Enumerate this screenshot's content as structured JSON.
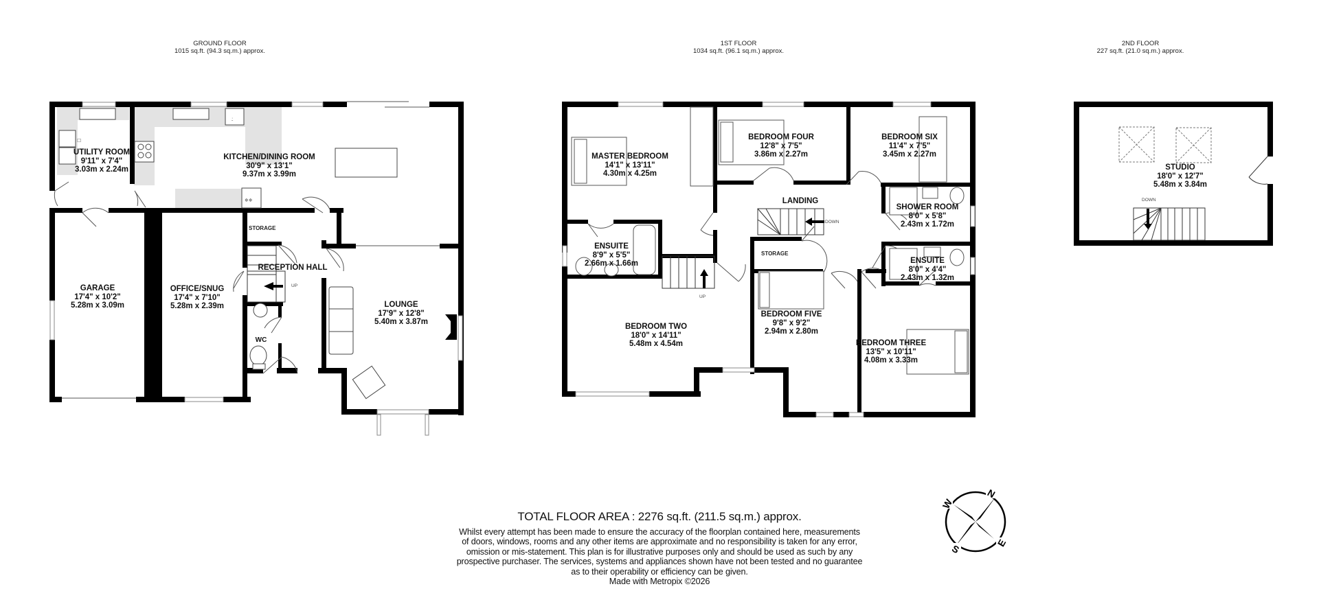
{
  "floors": {
    "ground": {
      "title": "GROUND FLOOR",
      "area": "1015 sq.ft. (94.3 sq.m.) approx.",
      "rooms": {
        "utility": {
          "name": "UTILITY ROOM",
          "imperial": "9'11\"  x 7'4\"",
          "metric": "3.03m  x 2.24m"
        },
        "kitchen": {
          "name": "KITCHEN/DINING ROOM",
          "imperial": "30'9\"  x 13'1\"",
          "metric": "9.37m  x 3.99m"
        },
        "garage": {
          "name": "GARAGE",
          "imperial": "17'4\"  x 10'2\"",
          "metric": "5.28m  x 3.09m"
        },
        "office": {
          "name": "OFFICE/SNUG",
          "imperial": "17'4\"  x 7'10\"",
          "metric": "5.28m  x 2.39m"
        },
        "lounge": {
          "name": "LOUNGE",
          "imperial": "17'9\"  x 12'8\"",
          "metric": "5.40m  x 3.87m"
        },
        "reception": {
          "name": "RECEPTION HALL"
        },
        "storage": {
          "name": "STORAGE"
        },
        "wc": {
          "name": "WC"
        }
      },
      "stair_label": "UP"
    },
    "first": {
      "title": "1ST FLOOR",
      "area": "1034 sq.ft. (96.1 sq.m.) approx.",
      "rooms": {
        "master": {
          "name": "MASTER BEDROOM",
          "imperial": "14'1\"  x 13'11\"",
          "metric": "4.30m  x 4.25m"
        },
        "bed4": {
          "name": "BEDROOM FOUR",
          "imperial": "12'8\"  x 7'5\"",
          "metric": "3.86m  x 2.27m"
        },
        "bed6": {
          "name": "BEDROOM SIX",
          "imperial": "11'4\"  x 7'5\"",
          "metric": "3.45m  x 2.27m"
        },
        "landing": {
          "name": "LANDING"
        },
        "shower": {
          "name": "SHOWER ROOM",
          "imperial": "8'0\"  x 5'8\"",
          "metric": "2.43m  x 1.72m"
        },
        "ensuite1": {
          "name": "ENSUITE",
          "imperial": "8'9\"  x 5'5\"",
          "metric": "2.66m  x 1.66m"
        },
        "ensuite2": {
          "name": "ENSUITE",
          "imperial": "8'0\"  x 4'4\"",
          "metric": "2.43m  x 1.32m"
        },
        "storage": {
          "name": "STORAGE"
        },
        "bed2": {
          "name": "BEDROOM TWO",
          "imperial": "18'0\"  x 14'11\"",
          "metric": "5.48m  x 4.54m"
        },
        "bed5": {
          "name": "BEDROOM FIVE",
          "imperial": "9'8\"  x 9'2\"",
          "metric": "2.94m  x 2.80m"
        },
        "bed3": {
          "name": "BEDROOM THREE",
          "imperial": "13'5\"  x 10'11\"",
          "metric": "4.08m  x 3.33m"
        }
      },
      "stair_up_label": "UP",
      "stair_down_label": "DOWN"
    },
    "second": {
      "title": "2ND FLOOR",
      "area": "227 sq.ft. (21.0 sq.m.) approx.",
      "rooms": {
        "studio": {
          "name": "STUDIO",
          "imperial": "18'0\"  x 12'7\"",
          "metric": "5.48m  x 3.84m"
        }
      },
      "stair_label": "DOWN"
    }
  },
  "footer": {
    "total": "TOTAL FLOOR AREA : 2276 sq.ft. (211.5 sq.m.) approx.",
    "disclaimer_lines": [
      "Whilst every attempt has been made to ensure the accuracy of the floorplan contained here, measurements",
      "of doors, windows, rooms and any other items are approximate and no responsibility is taken for any error,",
      "omission or mis-statement. This plan is for illustrative purposes only and should be used as such by any",
      "prospective purchaser. The services, systems and appliances shown have not been tested and no guarantee",
      "as to their operability or efficiency can be given."
    ],
    "credit": "Made with Metropix ©2026"
  },
  "compass": {
    "n": "N",
    "e": "E",
    "s": "S",
    "w": "W"
  },
  "colors": {
    "wall": "#000000",
    "fitted": "#e3e3e3",
    "window": "#9a9a9a",
    "fixture": "#555555"
  }
}
